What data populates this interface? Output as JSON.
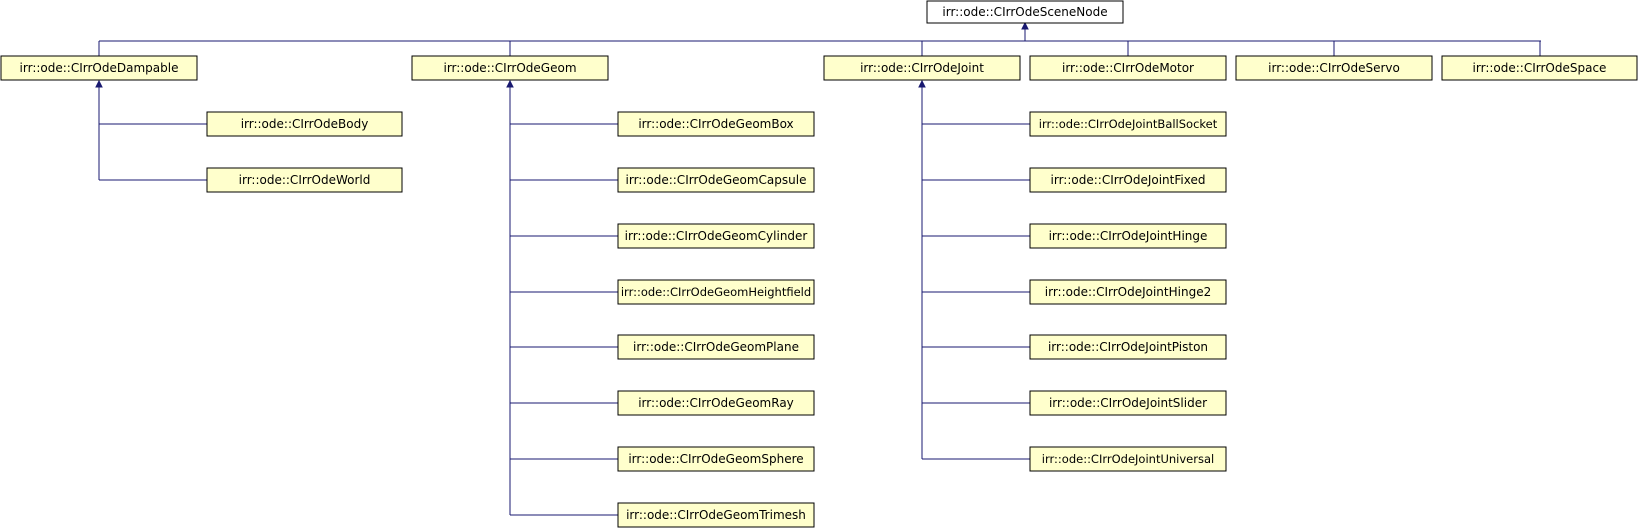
{
  "colors": {
    "root_fill": "#ffffff",
    "node_fill": "#ffffcc",
    "border": "#000000",
    "edge": "#191970"
  },
  "nodes": {
    "root": "irr::ode::CIrrOdeSceneNode",
    "dampable": "irr::ode::CIrrOdeDampable",
    "geom": "irr::ode::CIrrOdeGeom",
    "joint": "irr::ode::CIrrOdeJoint",
    "motor": "irr::ode::CIrrOdeMotor",
    "servo": "irr::ode::CIrrOdeServo",
    "space": "irr::ode::CIrrOdeSpace",
    "body": "irr::ode::CIrrOdeBody",
    "world": "irr::ode::CIrrOdeWorld",
    "geom_box": "irr::ode::CIrrOdeGeomBox",
    "geom_capsule": "irr::ode::CIrrOdeGeomCapsule",
    "geom_cylinder": "irr::ode::CIrrOdeGeomCylinder",
    "geom_heightfield": "irr::ode::CIrrOdeGeomHeightfield",
    "geom_plane": "irr::ode::CIrrOdeGeomPlane",
    "geom_ray": "irr::ode::CIrrOdeGeomRay",
    "geom_sphere": "irr::ode::CIrrOdeGeomSphere",
    "geom_trimesh": "irr::ode::CIrrOdeGeomTrimesh",
    "joint_ballsocket": "irr::ode::CIrrOdeJointBallSocket",
    "joint_fixed": "irr::ode::CIrrOdeJointFixed",
    "joint_hinge": "irr::ode::CIrrOdeJointHinge",
    "joint_hinge2": "irr::ode::CIrrOdeJointHinge2",
    "joint_piston": "irr::ode::CIrrOdeJointPiston",
    "joint_slider": "irr::ode::CIrrOdeJointSlider",
    "joint_universal": "irr::ode::CIrrOdeJointUniversal"
  }
}
